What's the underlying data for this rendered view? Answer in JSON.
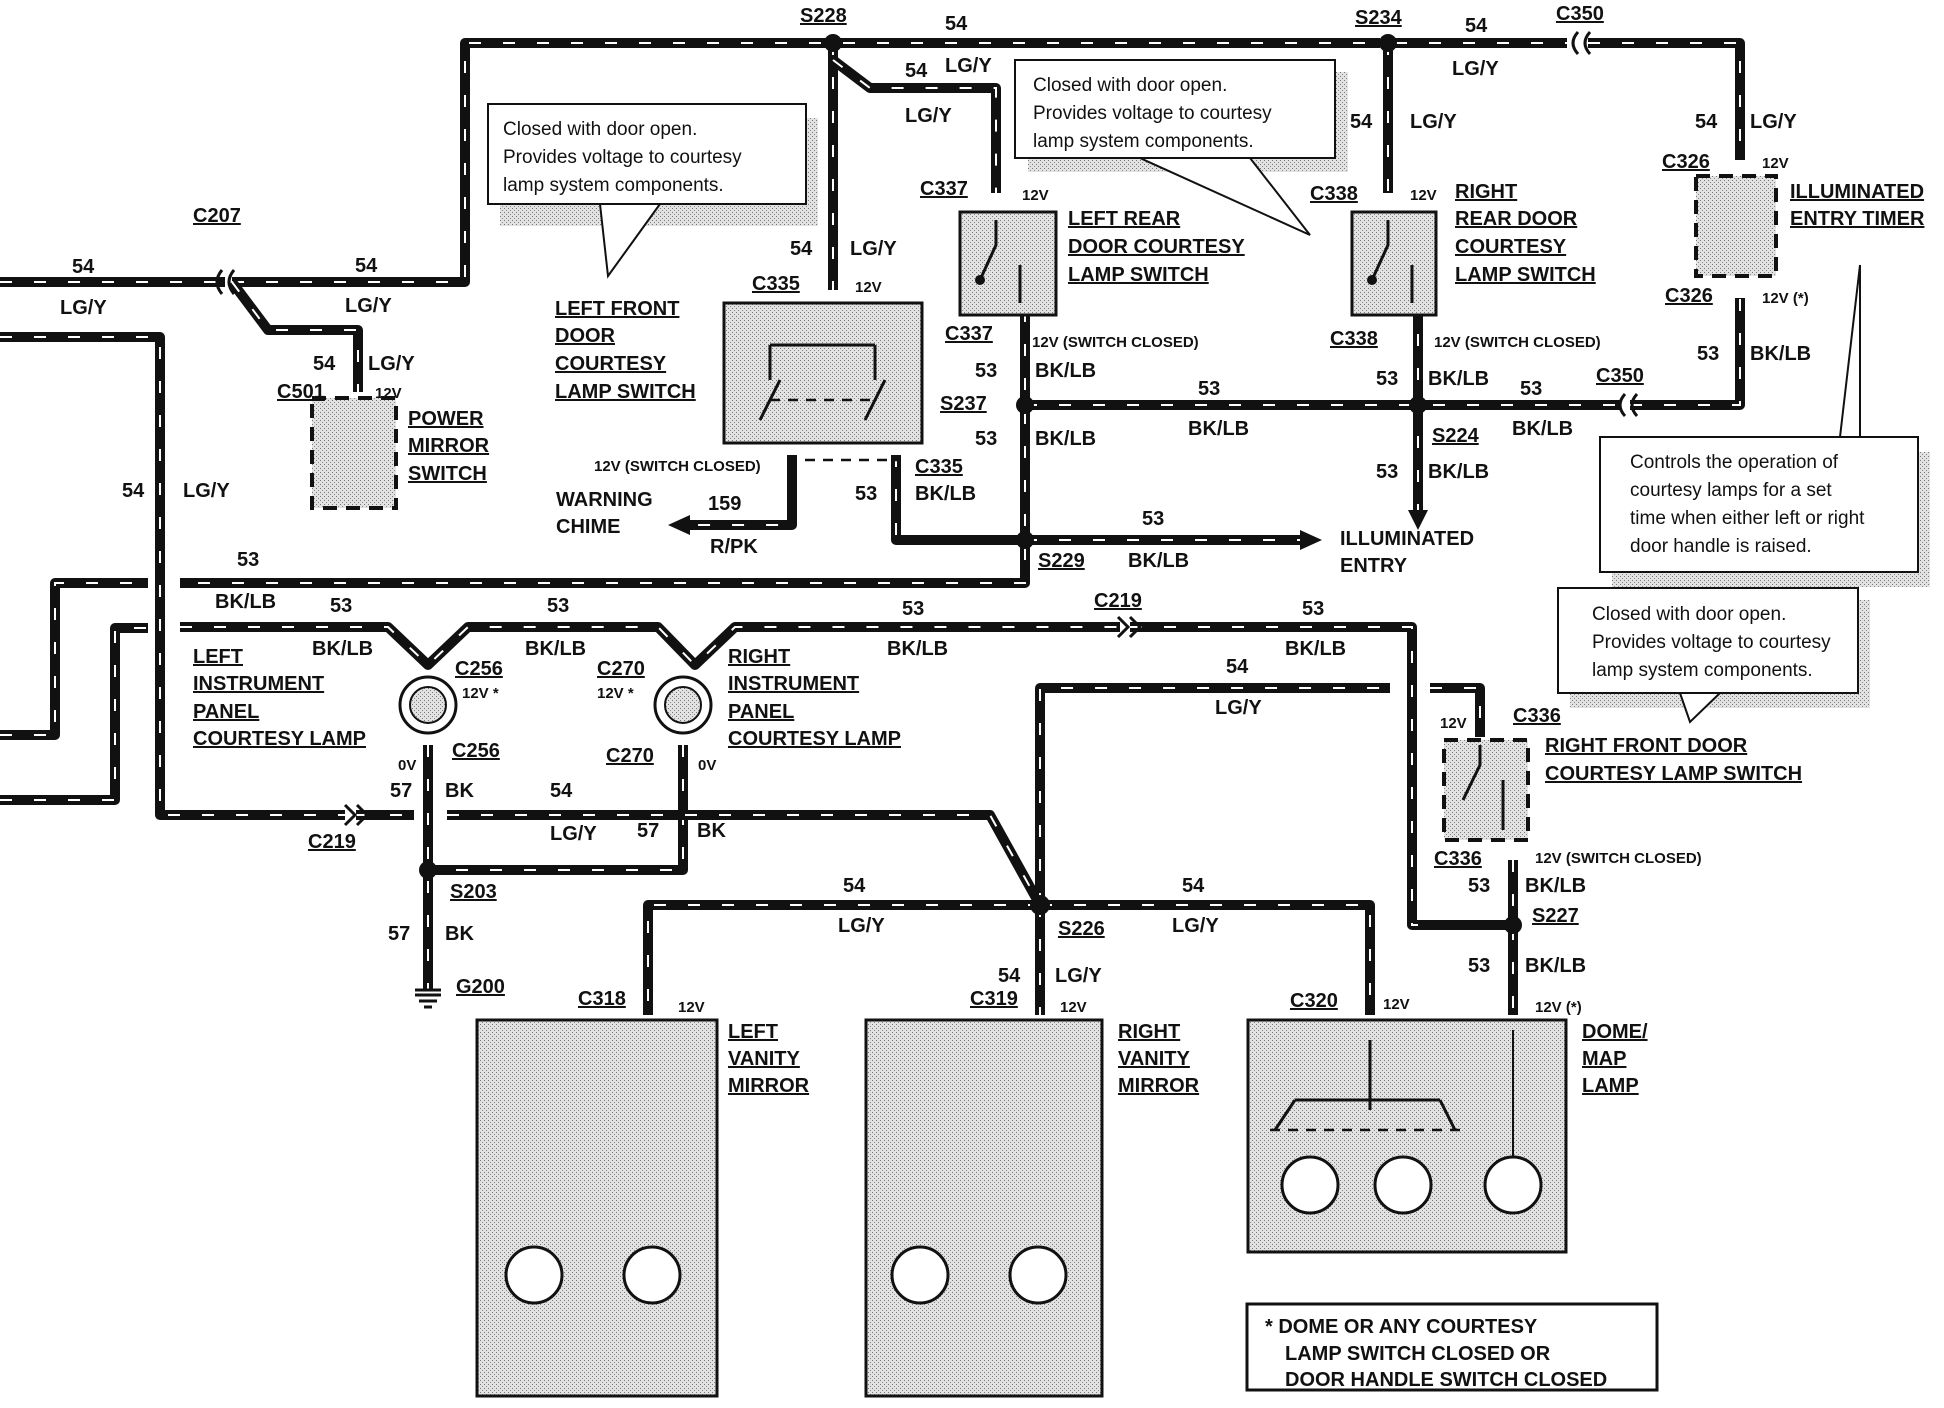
{
  "splices": {
    "s228": "S228",
    "s234": "S234",
    "s237": "S237",
    "s224": "S224",
    "s229": "S229",
    "s203": "S203",
    "s226": "S226",
    "s227": "S227"
  },
  "connectors": {
    "c350_top": "C350",
    "c207": "C207",
    "c501": "C501",
    "c335_top": "C335",
    "c335_bot": "C335",
    "c337_top": "C337",
    "c337_bot": "C337",
    "c338_top": "C338",
    "c338_bot": "C338",
    "c326_top": "C326",
    "c326_bot": "C326",
    "c350_mid": "C350",
    "c219_top": "C219",
    "c256_top": "C256",
    "c256_bot": "C256",
    "c270_top": "C270",
    "c270_bot": "C270",
    "c219_bot": "C219",
    "c336_top": "C336",
    "c336_bot": "C336",
    "c318": "C318",
    "c319": "C319",
    "c320": "C320",
    "g200": "G200"
  },
  "wires": {
    "circuit_54": "54",
    "circuit_53": "53",
    "circuit_57": "57",
    "circuit_159": "159",
    "color_lgy": "LG/Y",
    "color_bklb": "BK/LB",
    "color_bk": "BK",
    "color_rpk": "R/PK"
  },
  "voltages": {
    "v12": "12V",
    "v12_switch_closed": "12V (SWITCH CLOSED)",
    "v12_star": "12V *",
    "v12_paren_star": "12V (*)",
    "v0": "0V"
  },
  "components": {
    "power_mirror_switch": [
      "POWER",
      "MIRROR",
      "SWITCH"
    ],
    "left_front_door_switch": [
      "LEFT FRONT",
      "DOOR",
      "COURTESY",
      "LAMP SWITCH"
    ],
    "left_rear_door_switch": [
      "LEFT REAR",
      "DOOR COURTESY",
      "LAMP SWITCH"
    ],
    "right_rear_door_switch": [
      "RIGHT",
      "REAR DOOR",
      "COURTESY",
      "LAMP SWITCH"
    ],
    "illuminated_entry_timer": [
      "ILLUMINATED",
      "ENTRY TIMER"
    ],
    "warning_chime": [
      "WARNING",
      "CHIME"
    ],
    "illuminated_entry": [
      "ILLUMINATED",
      "ENTRY"
    ],
    "left_ip_courtesy_lamp": [
      "LEFT",
      "INSTRUMENT",
      "PANEL",
      "COURTESY LAMP"
    ],
    "right_ip_courtesy_lamp": [
      "RIGHT",
      "INSTRUMENT",
      "PANEL",
      "COURTESY LAMP"
    ],
    "right_front_door_switch": [
      "RIGHT FRONT DOOR",
      "COURTESY LAMP SWITCH"
    ],
    "left_vanity_mirror": [
      "LEFT",
      "VANITY",
      "MIRROR"
    ],
    "right_vanity_mirror": [
      "RIGHT",
      "VANITY",
      "MIRROR"
    ],
    "dome_map_lamp": [
      "DOME/",
      "MAP",
      "LAMP"
    ]
  },
  "callouts": {
    "door_open_left": [
      "Closed with door open.",
      "Provides voltage to courtesy",
      "lamp system components."
    ],
    "door_open_top": [
      "Closed with door open.",
      "Provides voltage to courtesy",
      "lamp system components."
    ],
    "door_open_right": [
      "Closed with door open.",
      "Provides voltage to courtesy",
      "lamp system components."
    ],
    "timer_note": [
      "Controls the operation of",
      "courtesy lamps for a set",
      "time when either left or right",
      "door handle is raised."
    ]
  },
  "footnote": [
    "* DOME OR ANY COURTESY",
    "LAMP SWITCH CLOSED OR",
    "DOOR HANDLE SWITCH CLOSED"
  ]
}
